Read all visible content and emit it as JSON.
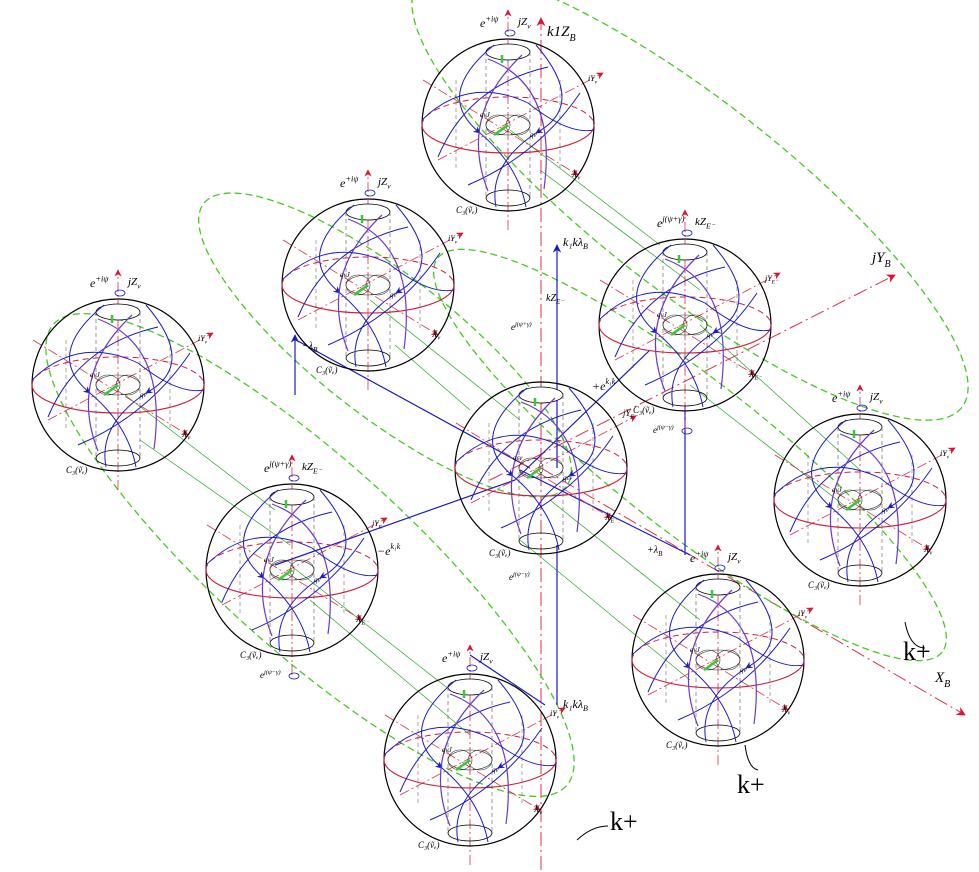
{
  "colors": {
    "sphere": "#000000",
    "equator": "#d0203a",
    "dashed_axis": "#e0304a",
    "orbit": "#44cc22",
    "flow": "#1a1acc",
    "purple": "#6a3ad0",
    "link": "#22aa22",
    "arrow": "#e01030"
  },
  "axis_labels": {
    "kZ_B": "k1Z",
    "kZ_B_sub": "B",
    "jY_B": "jY",
    "jY_B_sub": "B",
    "X_B": "X",
    "X_B_sub": "B",
    "k1klB_top": "k₁kλ",
    "k1klB_top_sub": "B",
    "k1klB_bot": "k₁kλ",
    "k1klB_bot_sub": "B",
    "minus_lB": "−λ",
    "minus_lB_sub": "B",
    "plus_lB": "+λ",
    "plus_lB_sub": "B",
    "plus_ek1k": "+e",
    "plus_ek1k_sup": "k₁k",
    "minus_ek1k": "−e",
    "minus_ek1k_sup": "k₁k"
  },
  "callouts": [
    "k+",
    "k+",
    "k+"
  ],
  "nu_spheres": [
    {
      "c3": "C₃(ṽₑ)",
      "e": "e",
      "e_sup": "+iψ",
      "z": "jZ",
      "z_sub": "ν",
      "y": "iY",
      "y_sub": "ν",
      "x": "X",
      "x_sub": "ν",
      "q1": "qνJ",
      "q2": "qν"
    },
    {
      "c3": "C₃(ṽₑ)",
      "e": "e",
      "e_sup": "+iψ",
      "z": "jZ",
      "z_sub": "ν",
      "y": "iY",
      "y_sub": "ν",
      "x": "X",
      "x_sub": "ν",
      "q1": "qνJ",
      "q2": "qν"
    },
    {
      "c3": "C₃(ṽₑ)",
      "e": "e",
      "e_sup": "+iψ",
      "z": "jZ",
      "z_sub": "ν",
      "y": "iY",
      "y_sub": "ν",
      "x": "X",
      "x_sub": "ν",
      "q1": "qνJ",
      "q2": "qν"
    },
    {
      "c3": "C₃(ṽₑ)",
      "e": "e",
      "e_sup": "+iψ",
      "z": "jZ",
      "z_sub": "ν",
      "y": "iY",
      "y_sub": "ν",
      "x": "X",
      "x_sub": "ν",
      "q1": "qνJ",
      "q2": "qν"
    },
    {
      "c3": "C₃(ṽₑ)",
      "e": "e",
      "e_sup": "+iψ",
      "z": "jZ",
      "z_sub": "ν",
      "y": "iY",
      "y_sub": "ν",
      "x": "X",
      "x_sub": "ν",
      "q1": "qνJ",
      "q2": "qν"
    },
    {
      "c3": "C₃(ṽₑ)",
      "e": "e",
      "e_sup": "+iψ",
      "z": "jZ",
      "z_sub": "ν",
      "y": "iY",
      "y_sub": "ν",
      "x": "X",
      "x_sub": "ν",
      "q1": "qνJ",
      "q2": "qν"
    }
  ],
  "e_spheres": [
    {
      "c3": "C₃(ṽₑ)",
      "e": "e",
      "e_sup": "j(ψ+γ)",
      "z": "kZ",
      "z_sub": "E⁻",
      "y": "jY",
      "y_sub": "E⁻",
      "x": "X",
      "x_sub": "E⁻",
      "q1": "qνJ",
      "q2": "qν"
    },
    {
      "c3": "C₃(ṽₑ)",
      "e": "e",
      "e_sup": "j(ψ+γ)",
      "z": "kZ",
      "z_sub": "E⁻",
      "y": "jY",
      "y_sub": "E⁻",
      "x": "X",
      "x_sub": "E⁻",
      "q1": "qνJ",
      "q2": "qν"
    },
    {
      "c3": "C₃(ṽₑ)",
      "e": "e",
      "e_sup": "j(ψ+γ)",
      "z": "kZ",
      "z_sub": "E⁻",
      "y": "jY",
      "y_sub": "E⁻",
      "x": "X",
      "x_sub": "E⁻",
      "q1": "qεν",
      "q2": "qεν"
    }
  ],
  "e_sup_bottom": [
    "j(ψ−γ)",
    "j(ψ−γ)",
    "j(ψ−γ)"
  ]
}
